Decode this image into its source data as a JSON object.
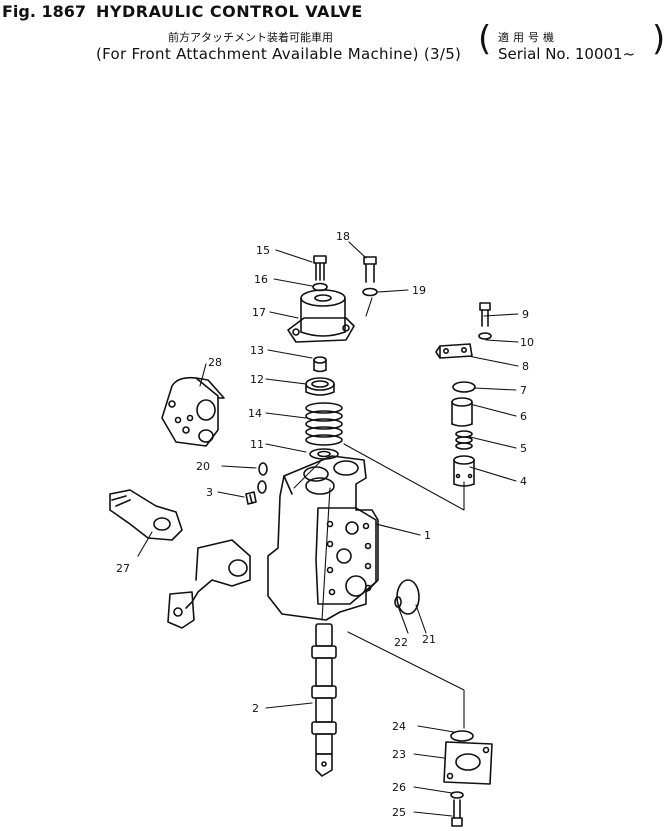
{
  "header": {
    "fig_label": "Fig. 1867",
    "title": "HYDRAULIC CONTROL VALVE",
    "subtitle_jp": "前方アタッチメント装着可能車用",
    "subtitle_en": "(For Front Attachment Available Machine) (3/5)",
    "serial_jp": "適用号機",
    "serial": "Serial No. 10001~"
  },
  "callouts": [
    "1",
    "2",
    "3",
    "4",
    "5",
    "6",
    "7",
    "8",
    "9",
    "10",
    "11",
    "12",
    "13",
    "14",
    "15",
    "16",
    "17",
    "18",
    "19",
    "20",
    "21",
    "22",
    "23",
    "24",
    "25",
    "26",
    "27",
    "28"
  ]
}
